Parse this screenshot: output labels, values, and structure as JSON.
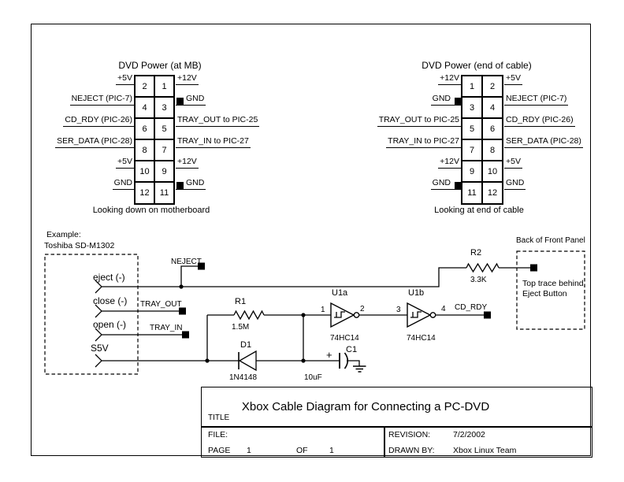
{
  "colors": {
    "ink": "#000000",
    "paper": "#ffffff"
  },
  "connectors": {
    "left": {
      "title": "DVD Power (at MB)",
      "caption": "Looking down on motherboard",
      "rows": [
        {
          "left_label": "+5V",
          "left_pin": "2",
          "right_pin": "1",
          "right_label": "+12V"
        },
        {
          "left_label": "NEJECT (PIC-7)",
          "left_pin": "4",
          "right_pin": "3",
          "right_label": "GND"
        },
        {
          "left_label": "CD_RDY (PIC-26)",
          "left_pin": "6",
          "right_pin": "5",
          "right_label": "TRAY_OUT to PIC-25"
        },
        {
          "left_label": "SER_DATA (PIC-28)",
          "left_pin": "8",
          "right_pin": "7",
          "right_label": "TRAY_IN to PIC-27"
        },
        {
          "left_label": "+5V",
          "left_pin": "10",
          "right_pin": "9",
          "right_label": "+12V"
        },
        {
          "left_label": "GND",
          "left_pin": "12",
          "right_pin": "11",
          "right_label": "GND"
        }
      ]
    },
    "right": {
      "title": "DVD Power (end of cable)",
      "caption": "Looking at end of cable",
      "rows": [
        {
          "left_label": "+12V",
          "left_pin": "1",
          "right_pin": "2",
          "right_label": "+5V"
        },
        {
          "left_label": "GND",
          "left_pin": "3",
          "right_pin": "4",
          "right_label": "NEJECT (PIC-7)"
        },
        {
          "left_label": "TRAY_OUT to PIC-25",
          "left_pin": "5",
          "right_pin": "6",
          "right_label": "CD_RDY (PIC-26)"
        },
        {
          "left_label": "TRAY_IN to PIC-27",
          "left_pin": "7",
          "right_pin": "8",
          "right_label": "SER_DATA (PIC-28)"
        },
        {
          "left_label": "+12V",
          "left_pin": "9",
          "right_pin": "10",
          "right_label": "+5V"
        },
        {
          "left_label": "GND",
          "left_pin": "11",
          "right_pin": "12",
          "right_label": "GND"
        }
      ]
    }
  },
  "schematic": {
    "example_line1": "Example:",
    "example_line2": "Toshiba SD-M1302",
    "signals": {
      "eject": "eject (-)",
      "close": "close (-)",
      "open": "open (-)",
      "s5v": "S5V"
    },
    "nets": {
      "neject": "NEJECT",
      "tray_out": "TRAY_OUT",
      "tray_in": "TRAY_IN",
      "cd_rdy": "CD_RDY"
    },
    "r1": {
      "ref": "R1",
      "value": "1.5M"
    },
    "r2": {
      "ref": "R2",
      "value": "3.3K"
    },
    "d1": {
      "ref": "D1",
      "value": "1N4148"
    },
    "c1": {
      "ref": "C1",
      "value": "10uF",
      "polarity": "+"
    },
    "u1a": {
      "ref": "U1a",
      "part": "74HC14",
      "pin_in": "1",
      "pin_out": "2"
    },
    "u1b": {
      "ref": "U1b",
      "part": "74HC14",
      "pin_in": "3",
      "pin_out": "4"
    },
    "panel": {
      "title": "Back of Front Panel",
      "note1": "Top trace behind",
      "note2": "Eject Button"
    }
  },
  "title_block": {
    "title_label": "TITLE",
    "title": "Xbox Cable Diagram for Connecting a PC-DVD",
    "file_label": "FILE:",
    "page_label": "PAGE",
    "page_number": "1",
    "of_label": "OF",
    "of_number": "1",
    "revision_label": "REVISION:",
    "revision_value": "7/2/2002",
    "drawn_by_label": "DRAWN BY:",
    "drawn_by_value": "Xbox Linux Team"
  }
}
